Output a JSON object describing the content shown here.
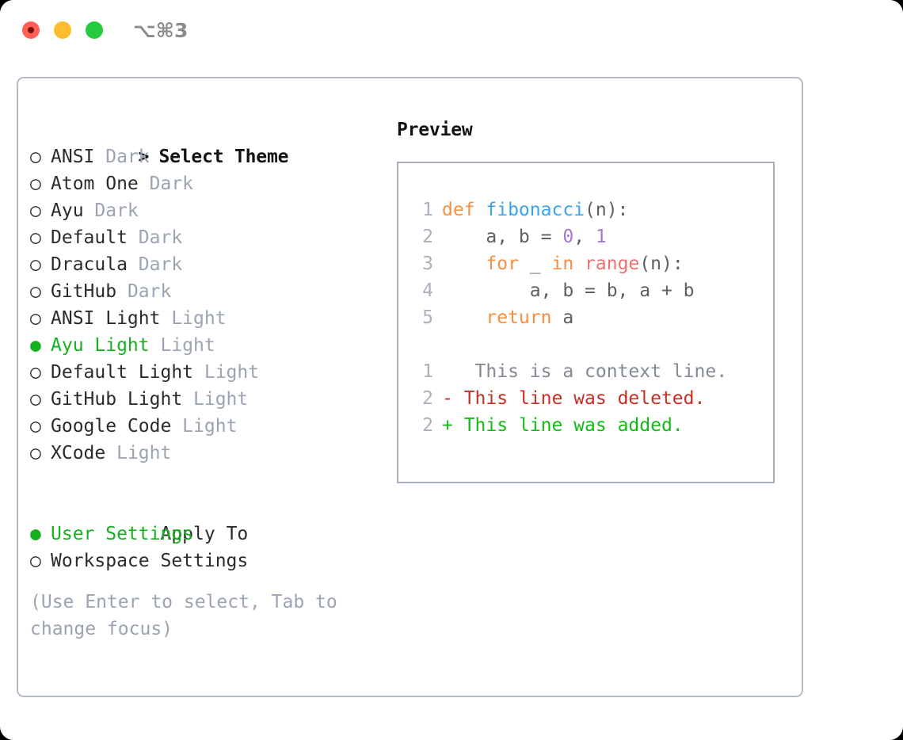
{
  "window": {
    "title_shortcut": "⌥⌘3",
    "traffic_lights": [
      {
        "name": "close-button",
        "color": "#ff5f56"
      },
      {
        "name": "minimize-button",
        "color": "#ffbd2e"
      },
      {
        "name": "zoom-button",
        "color": "#27c93f"
      }
    ]
  },
  "theme_panel": {
    "header": "> Select Theme",
    "header_marker": ">",
    "header_label": "Select Theme",
    "marker_selected": "●",
    "marker_unselected": "○",
    "selected_color": "#16b021",
    "items": [
      {
        "marker": "○",
        "label": "ANSI",
        "suffix": "Dark",
        "selected": false
      },
      {
        "marker": "○",
        "label": "Atom One",
        "suffix": "Dark",
        "selected": false
      },
      {
        "marker": "○",
        "label": "Ayu",
        "suffix": "Dark",
        "selected": false
      },
      {
        "marker": "○",
        "label": "Default",
        "suffix": "Dark",
        "selected": false
      },
      {
        "marker": "○",
        "label": "Dracula",
        "suffix": "Dark",
        "selected": false
      },
      {
        "marker": "○",
        "label": "GitHub",
        "suffix": "Dark",
        "selected": false
      },
      {
        "marker": "○",
        "label": "ANSI Light",
        "suffix": "Light",
        "selected": false
      },
      {
        "marker": "●",
        "label": "Ayu Light",
        "suffix": "Light",
        "selected": true
      },
      {
        "marker": "○",
        "label": "Default Light",
        "suffix": "Light",
        "selected": false
      },
      {
        "marker": "○",
        "label": "GitHub Light",
        "suffix": "Light",
        "selected": false
      },
      {
        "marker": "○",
        "label": "Google Code",
        "suffix": "Light",
        "selected": false
      },
      {
        "marker": "○",
        "label": "XCode",
        "suffix": "Light",
        "selected": false
      }
    ]
  },
  "apply_to": {
    "header": "Apply To",
    "items": [
      {
        "marker": "●",
        "label": "User Settings",
        "selected": true
      },
      {
        "marker": "○",
        "label": "Workspace Settings",
        "selected": false
      }
    ]
  },
  "help_text": "(Use Enter to select, Tab to change focus)",
  "preview": {
    "title": "Preview",
    "code_lines": [
      {
        "lineno": "1",
        "tokens": [
          {
            "text": "def ",
            "kind": "kw"
          },
          {
            "text": "fibonacci",
            "kind": "fn"
          },
          {
            "text": "(n):",
            "kind": "pln"
          }
        ]
      },
      {
        "lineno": "2",
        "tokens": [
          {
            "text": "    a, b = ",
            "kind": "pln"
          },
          {
            "text": "0",
            "kind": "num"
          },
          {
            "text": ", ",
            "kind": "pln"
          },
          {
            "text": "1",
            "kind": "num"
          }
        ]
      },
      {
        "lineno": "3",
        "tokens": [
          {
            "text": "    ",
            "kind": "pln"
          },
          {
            "text": "for",
            "kind": "kw"
          },
          {
            "text": " _ ",
            "kind": "pln"
          },
          {
            "text": "in",
            "kind": "kw"
          },
          {
            "text": " ",
            "kind": "pln"
          },
          {
            "text": "range",
            "kind": "bi"
          },
          {
            "text": "(n):",
            "kind": "pln"
          }
        ]
      },
      {
        "lineno": "4",
        "tokens": [
          {
            "text": "        a, b = b, a + b",
            "kind": "pln"
          }
        ]
      },
      {
        "lineno": "5",
        "tokens": [
          {
            "text": "    ",
            "kind": "pln"
          },
          {
            "text": "return",
            "kind": "kw"
          },
          {
            "text": " a",
            "kind": "pln"
          }
        ]
      }
    ],
    "diff_lines": [
      {
        "lineno": "1",
        "sign": " ",
        "text": "  This is a context line.",
        "kind": "ctx"
      },
      {
        "lineno": "2",
        "sign": "-",
        "text": " This line was deleted.",
        "kind": "del"
      },
      {
        "lineno": "2",
        "sign": "+",
        "text": " This line was added.",
        "kind": "add"
      }
    ]
  }
}
